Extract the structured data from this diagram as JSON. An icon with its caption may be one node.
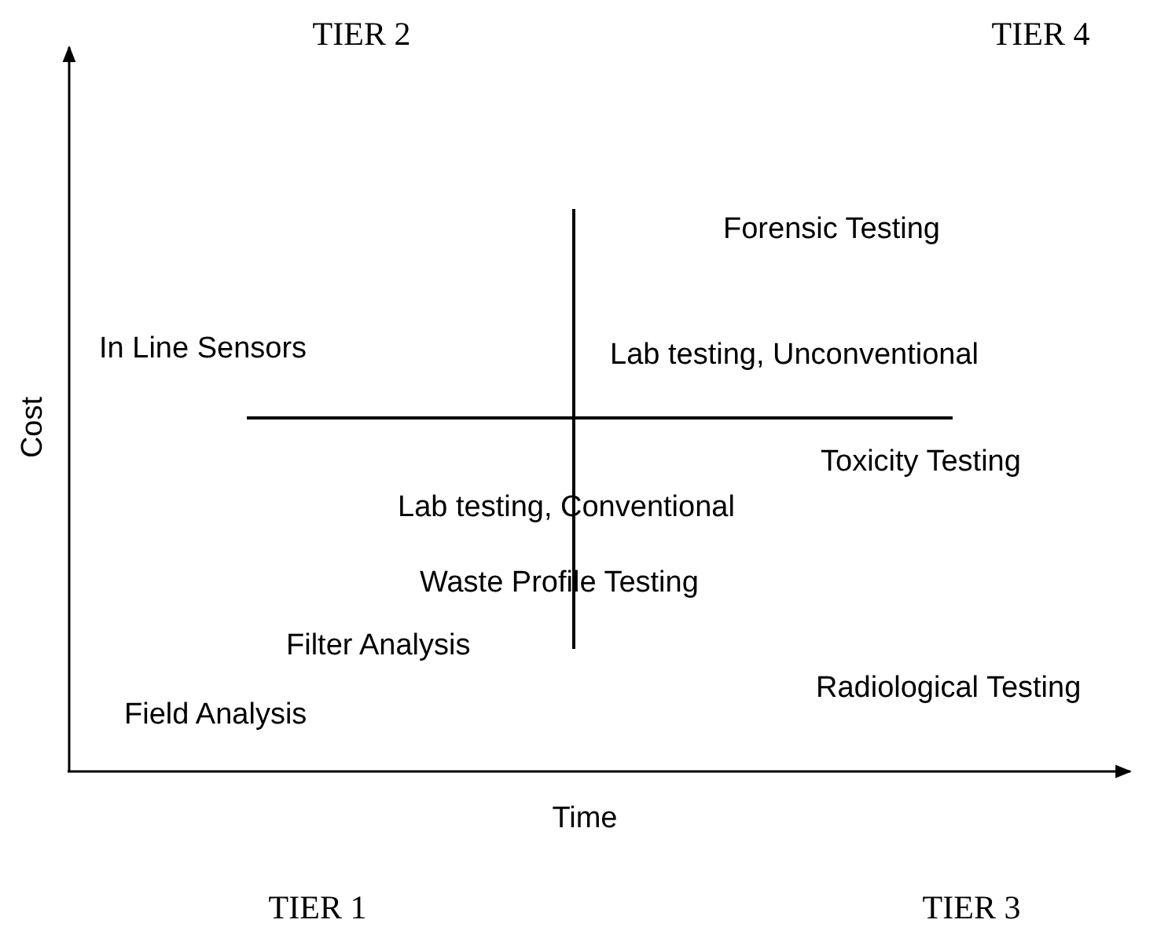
{
  "diagram": {
    "labels": [
      "TIER 2",
      "TIER 4",
      "Forensic Testing",
      "In Line Sensors",
      "Lab testing, Unconventional",
      "Cost",
      "Toxicity Testing",
      "Lab testing, Conventional",
      "Waste Profile Testing",
      "Filter Analysis",
      "Radiological Testing",
      "Field Analysis",
      "Time",
      "TIER 1",
      "TIER 3"
    ]
  }
}
